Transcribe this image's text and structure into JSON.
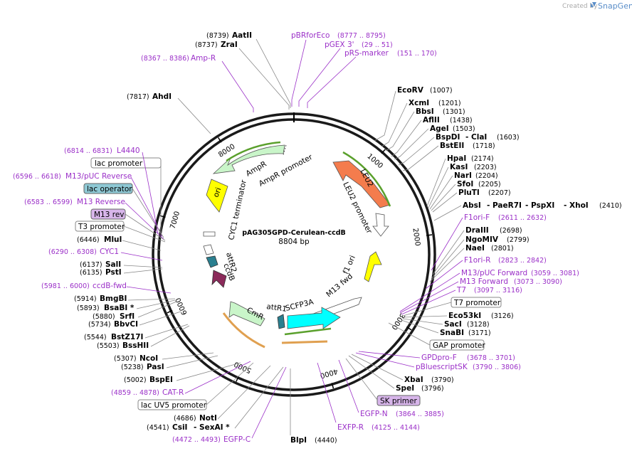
{
  "header": {
    "credit": "Created by",
    "brand": "SnapGene"
  },
  "plasmid": {
    "name": "pAG305GPD-Cerulean-ccdB",
    "length": "8804 bp",
    "ticks": [
      "1000",
      "2000",
      "3000",
      "4000",
      "5000",
      "6000",
      "7000",
      "8000"
    ]
  },
  "features": {
    "ampr": "AmpR",
    "ampr_promoter": "AmpR promoter",
    "ori": "ori",
    "cyc1": "CYC1 terminator",
    "attr2": "attR2",
    "ccdb": "ccdB",
    "cmr": "CmR",
    "attr1": "attR1",
    "scfp3a": "SCFP3A",
    "m13fwd": "M13 fwd",
    "f1ori": "f1 ori",
    "leu2": "LEU2",
    "leu2_promoter": "LEU2 promoter"
  },
  "sites_right": {
    "ecorv": {
      "name": "EcoRV",
      "pos": "(1007)"
    },
    "xcmi": {
      "name": "XcmI",
      "pos": "(1201)"
    },
    "bbsi": {
      "name": "BbsI",
      "pos": "(1301)"
    },
    "aflii": {
      "name": "AflII",
      "pos": "(1438)"
    },
    "agei": {
      "name": "AgeI",
      "pos": "(1503)"
    },
    "bspdi": {
      "name": "BspDI",
      "sep": "- ClaI",
      "pos": "(1603)"
    },
    "bsteii": {
      "name": "BstEII",
      "pos": "(1718)"
    },
    "hpai": {
      "name": "HpaI",
      "pos": "(2174)"
    },
    "kasi": {
      "name": "KasI",
      "pos": "(2203)"
    },
    "nari": {
      "name": "NarI",
      "pos": "(2204)"
    },
    "sfoi": {
      "name": "SfoI",
      "pos": "(2205)"
    },
    "plutI": {
      "name": "PluTI",
      "pos": "(2207)"
    },
    "absi": {
      "name": "AbsI",
      "sep1": "- PaeR7I",
      "sep2": "- PspXI",
      "sep3": "- XhoI",
      "pos": "(2410)"
    },
    "dra3": {
      "name": "DraIII",
      "pos": "(2698)"
    },
    "ngomiv": {
      "name": "NgoMIV",
      "pos": "(2799)"
    },
    "naei": {
      "name": "NaeI",
      "pos": "(2801)"
    },
    "eco53ki": {
      "name": "Eco53kI",
      "pos": "(3126)"
    },
    "saci": {
      "name": "SacI",
      "pos": "(3128)"
    },
    "snabi": {
      "name": "SnaBI",
      "pos": "(3171)"
    },
    "xbai": {
      "name": "XbaI",
      "pos": "(3790)"
    },
    "spei": {
      "name": "SpeI",
      "pos": "(3796)"
    },
    "blpi": {
      "name": "BlpI",
      "pos": "(4440)"
    }
  },
  "sites_left": {
    "aatii": {
      "name": "AatII",
      "pos": "(8739)"
    },
    "zrai": {
      "name": "ZraI",
      "pos": "(8737)"
    },
    "ahdi": {
      "name": "AhdI",
      "pos": "(7817)"
    },
    "mlui": {
      "name": "MluI",
      "pos": "(6446)"
    },
    "sali": {
      "name": "SalI",
      "pos": "(6137)"
    },
    "psti": {
      "name": "PstI",
      "pos": "(6135)"
    },
    "bmgbi": {
      "name": "BmgBI",
      "pos": "(5914)"
    },
    "bsabi": {
      "name": "BsaBI *",
      "pos": "(5893)"
    },
    "srfi": {
      "name": "SrfI",
      "pos": "(5880)"
    },
    "bbvci": {
      "name": "BbvCI",
      "pos": "(5734)"
    },
    "bstz17i": {
      "name": "BstZ17I",
      "pos": "(5544)"
    },
    "bsshii": {
      "name": "BssHII",
      "pos": "(5503)"
    },
    "ncoi": {
      "name": "NcoI",
      "pos": "(5307)"
    },
    "pasi": {
      "name": "PasI",
      "pos": "(5238)"
    },
    "bspei": {
      "name": "BspEI",
      "pos": "(5002)"
    },
    "noti": {
      "name": "NotI",
      "pos": "(4686)"
    },
    "csii": {
      "name": "CsiI",
      "sep": "- SexAI *",
      "pos": "(4541)"
    }
  },
  "primers": {
    "pbrforeco": {
      "name": "pBRforEco",
      "pos": "(8777 .. 8795)"
    },
    "pgex3": {
      "name": "pGEX 3'",
      "pos": "(29 .. 51)"
    },
    "prsmarker": {
      "name": "pRS-marker",
      "pos": "(151 .. 170)"
    },
    "ampr": {
      "name": "Amp-R",
      "pos": "(8367 .. 8386)"
    },
    "l4440": {
      "name": "L4440",
      "pos": "(6814 .. 6831)"
    },
    "m13puc_rev": {
      "name": "M13/pUC Reverse",
      "pos": "(6596 .. 6618)"
    },
    "m13_rev": {
      "name": "M13 Reverse",
      "pos": "(6583 .. 6599)"
    },
    "cyc1": {
      "name": "CYC1",
      "pos": "(6290 .. 6308)"
    },
    "ccdbfwd": {
      "name": "ccdB-fwd",
      "pos": "(5981 .. 6000)"
    },
    "catr": {
      "name": "CAT-R",
      "pos": "(4859 .. 4878)"
    },
    "egfpc": {
      "name": "EGFP-C",
      "pos": "(4472 .. 4493)"
    },
    "f1orif": {
      "name": "F1ori-F",
      "pos": "(2611 .. 2632)"
    },
    "f1orir": {
      "name": "F1ori-R",
      "pos": "(2823 .. 2842)"
    },
    "m13puc_fwd": {
      "name": "M13/pUC Forward",
      "pos": "(3059 .. 3081)"
    },
    "m13_fwd": {
      "name": "M13 Forward",
      "pos": "(3073 .. 3090)"
    },
    "t7": {
      "name": "T7",
      "pos": "(3097 .. 3116)"
    },
    "gpdprof": {
      "name": "GPDpro-F",
      "pos": "(3678 .. 3701)"
    },
    "pbluescriptsk": {
      "name": "pBluescriptSK",
      "pos": "(3790 .. 3806)"
    },
    "egfpn": {
      "name": "EGFP-N",
      "pos": "(3864 .. 3885)"
    },
    "exfpr": {
      "name": "EXFP-R",
      "pos": "(4125 .. 4144)"
    }
  },
  "boxes": {
    "lac_promoter": "lac promoter",
    "lac_operator": "lac operator",
    "m13rev": "M13 rev",
    "t3_promoter": "T3 promoter",
    "t7_promoter": "T7 promoter",
    "gap_promoter": "GAP promoter",
    "sk_primer": "SK primer",
    "lacuv5": "lac UV5 promoter"
  },
  "colors": {
    "primer": "#9b30c8",
    "ampr": "#c9f5c9",
    "leu2": "#f47c4d",
    "ori": "#ffff00",
    "cyan": "#00ffff",
    "ccdb": "#8b2a5a",
    "attr": "#2a7f8f",
    "lac_operator": "#8ec8d4",
    "m13rev": "#d7b5ea",
    "skprimer": "#d7b5ea"
  }
}
